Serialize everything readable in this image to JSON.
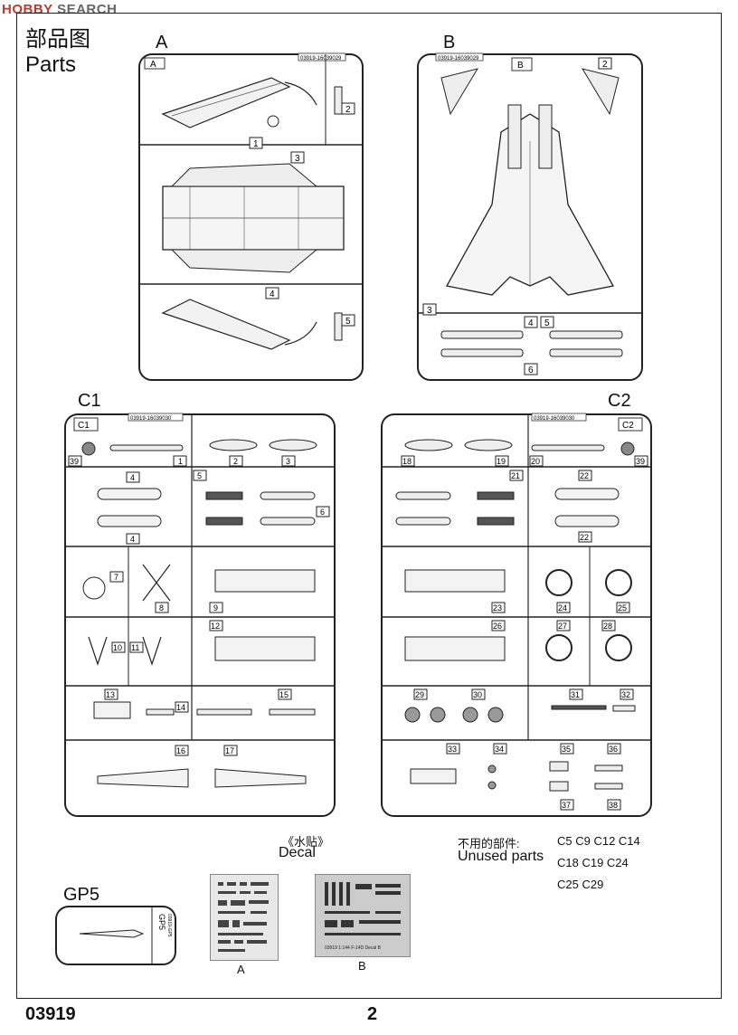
{
  "watermark": {
    "brand": "HOBBY",
    "rest": " SEARCH"
  },
  "header": {
    "title_cn": "部品图",
    "title_en": "Parts"
  },
  "sprues": {
    "A": {
      "label": "A",
      "tag": "A",
      "code": "03919-16039029",
      "parts": [
        "1",
        "2",
        "3",
        "4",
        "5"
      ]
    },
    "B": {
      "label": "B",
      "tag": "B",
      "code": "03919-16039029",
      "parts": [
        "2",
        "3",
        "4",
        "5",
        "6"
      ]
    },
    "C1": {
      "label": "C1",
      "tag": "C1",
      "code": "03919-16039030",
      "parts": [
        "39",
        "1",
        "2",
        "3",
        "4",
        "4",
        "5",
        "6",
        "7",
        "8",
        "9",
        "10",
        "11",
        "12",
        "13",
        "14",
        "15",
        "16",
        "17"
      ]
    },
    "C2": {
      "label": "C2",
      "tag": "C2",
      "code": "03919-16039030",
      "parts": [
        "18",
        "19",
        "20",
        "39",
        "21",
        "22",
        "22",
        "23",
        "24",
        "25",
        "26",
        "27",
        "28",
        "29",
        "30",
        "31",
        "32",
        "33",
        "34",
        "35",
        "36",
        "37",
        "38"
      ]
    },
    "GP5": {
      "label": "GP5",
      "tag": "GP5",
      "code": "03919-GP5"
    }
  },
  "decal": {
    "cn": "《水贴》",
    "en": "Decal",
    "sheet_a": "A",
    "sheet_b": "B",
    "sheet_b_text": "03919  1:144  F-14D Decal  B"
  },
  "unused": {
    "cn": "不用的部件:",
    "en": "Unused parts",
    "lines": [
      "C5 C9 C12 C14",
      "C18 C19 C24",
      "C25 C29"
    ]
  },
  "footer": {
    "code": "03919",
    "page": "2"
  }
}
